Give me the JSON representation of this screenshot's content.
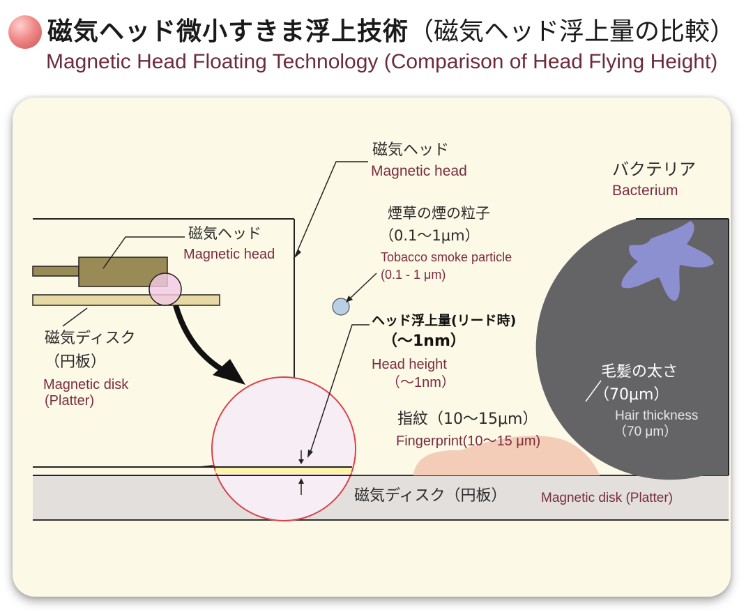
{
  "header": {
    "title_jp_main": "磁気ヘッド微小すきま浮上技術",
    "title_jp_sub": "（磁気ヘッド浮上量の比較）",
    "title_en": "Magnetic Head Floating Technology (Comparison of Head Flying Height)"
  },
  "labels": {
    "head_inset_jp": "磁気ヘッド",
    "head_inset_en": "Magnetic head",
    "disk_inset_jp1": "磁気ディスク",
    "disk_inset_jp2": "（円板）",
    "disk_inset_en1": "Magnetic disk",
    "disk_inset_en2": "(Platter)",
    "head_main_jp": "磁気ヘッド",
    "head_main_en": "Magnetic head",
    "smoke_jp1": "煙草の煙の粒子",
    "smoke_jp2": "（0.1～1μm）",
    "smoke_en1": "Tobacco smoke particle",
    "smoke_en2": "(0.1 - 1 μm)",
    "height_jp1": "ヘッド浮上量(リード時)",
    "height_jp2": "（～1nm）",
    "height_en1": "Head height",
    "height_en2": "（～1nm）",
    "bacterium_jp": "バクテリア",
    "bacterium_en": "Bacterium",
    "hair_jp1": "毛髪の太さ",
    "hair_jp2": "（70μm）",
    "hair_en1": "Hair thickness",
    "hair_en2": "（70 μm）",
    "finger_jp": "指紋（10～15μm）",
    "finger_en": "Fingerprint(10～15 μm)",
    "disk_bottom_jp": "磁気ディスク（円板）",
    "disk_bottom_en": "Magnetic disk (Platter)"
  },
  "colors": {
    "panel_bg": "#fcf9e6",
    "label_en": "#7a2c3e",
    "head_body": "#9a8a55",
    "disk_inset": "#e8d8a4",
    "zoom_circle": "#d8434a",
    "zoom_fill": "#f7eef5",
    "hair": "#646466",
    "bacterium": "#8c8fd0",
    "fingerprint": "#f3cdb8",
    "smoke_particle": "#b9cfe6",
    "platter": "#e2dfdc"
  }
}
